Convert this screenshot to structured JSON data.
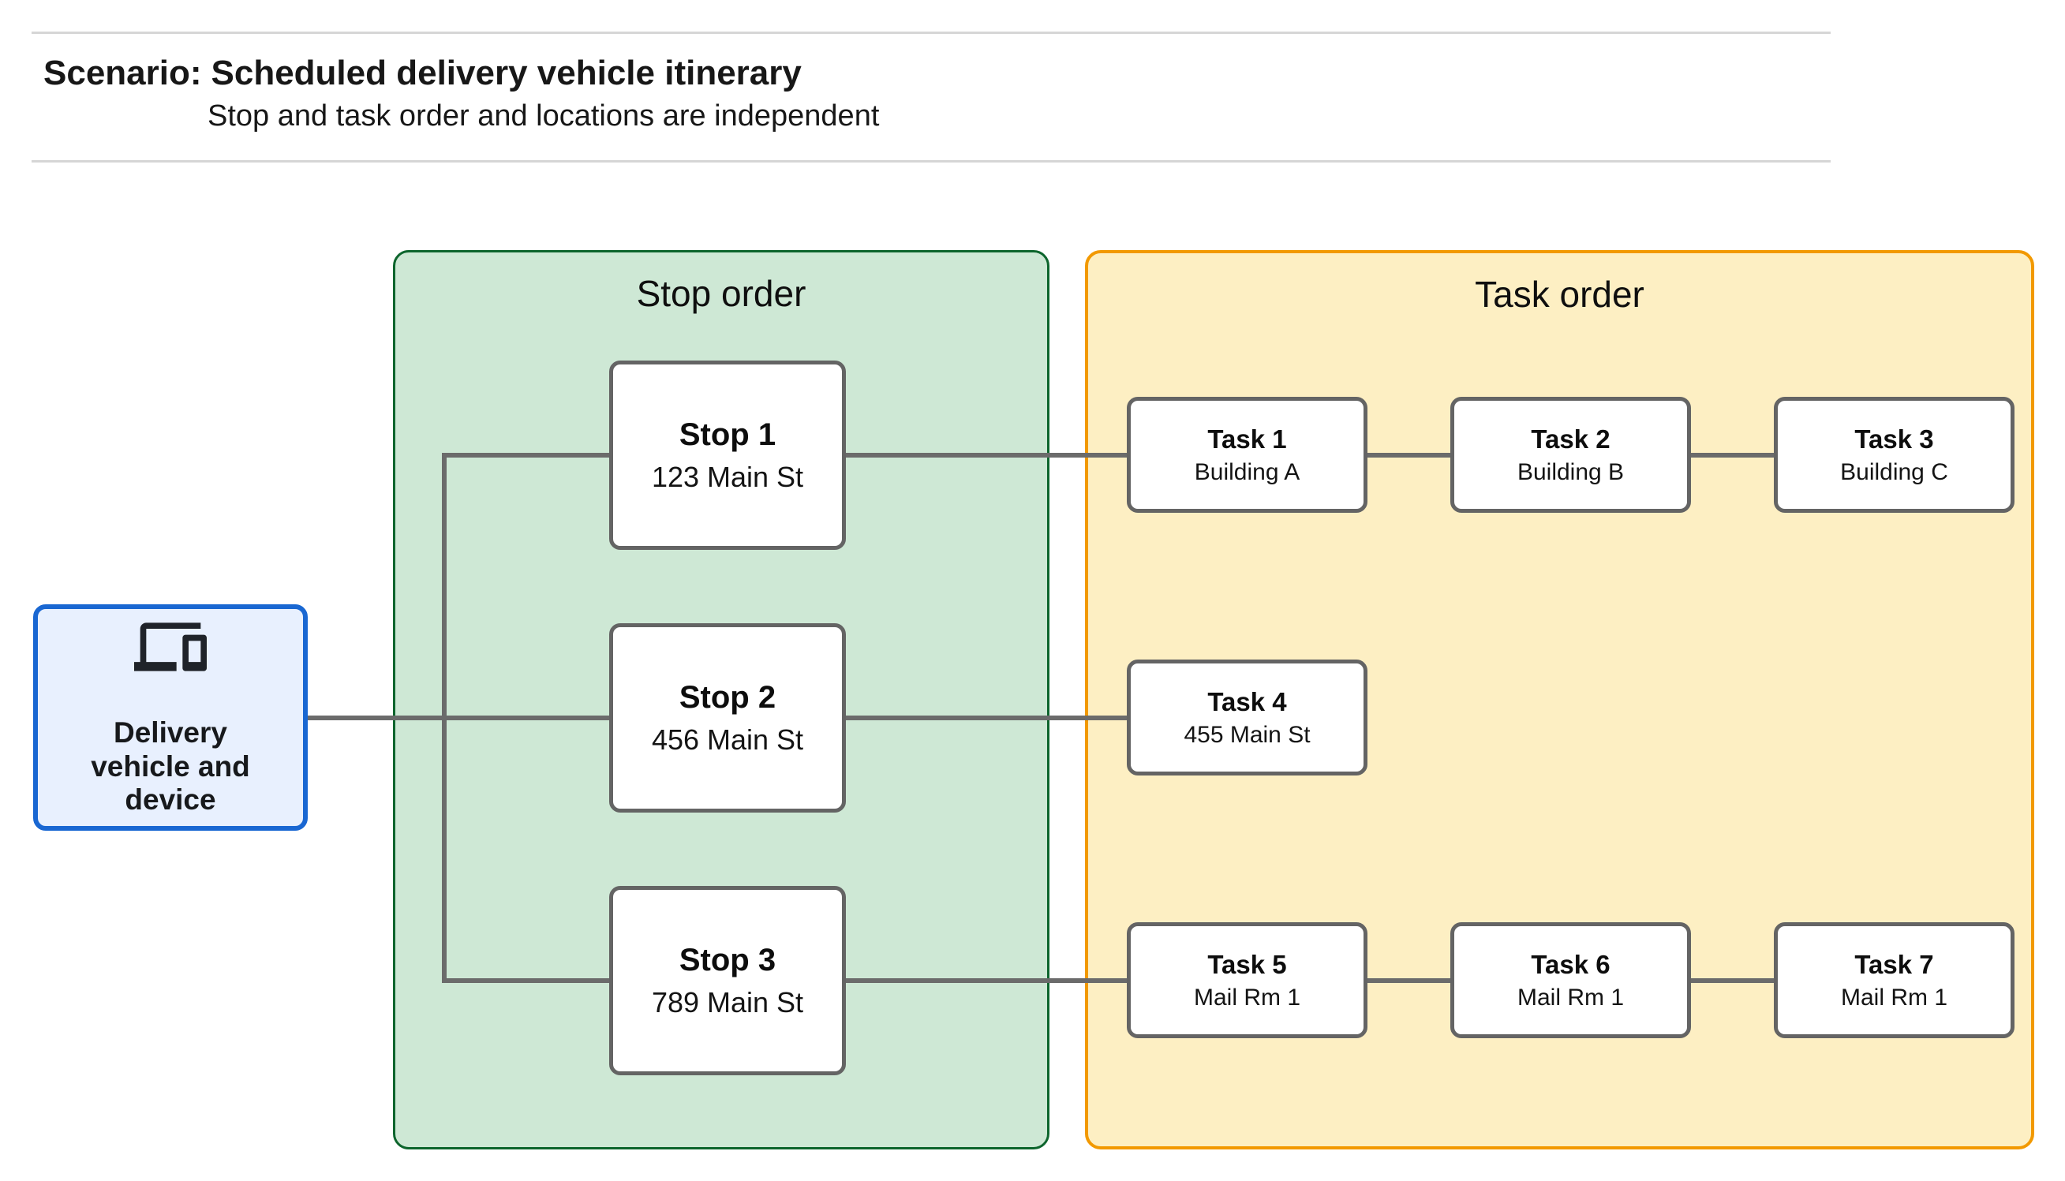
{
  "header": {
    "title_prefix": "Scenario:",
    "title_rest": "Scheduled delivery vehicle itinerary",
    "subtitle": "Stop and task order and locations are independent"
  },
  "source_node": {
    "label": "Delivery vehicle and device",
    "icon": "devices-icon"
  },
  "panels": {
    "stop_order": {
      "title": "Stop order"
    },
    "task_order": {
      "title": "Task order"
    }
  },
  "stops": [
    {
      "title": "Stop 1",
      "subtitle": "123 Main St"
    },
    {
      "title": "Stop 2",
      "subtitle": "456 Main St"
    },
    {
      "title": "Stop 3",
      "subtitle": "789 Main St"
    }
  ],
  "tasks": [
    {
      "title": "Task 1",
      "subtitle": "Building A"
    },
    {
      "title": "Task 2",
      "subtitle": "Building B"
    },
    {
      "title": "Task 3",
      "subtitle": "Building C"
    },
    {
      "title": "Task 4",
      "subtitle": "455 Main St"
    },
    {
      "title": "Task 5",
      "subtitle": "Mail Rm 1"
    },
    {
      "title": "Task 6",
      "subtitle": "Mail Rm 1"
    },
    {
      "title": "Task 7",
      "subtitle": "Mail Rm 1"
    }
  ],
  "edges": [
    {
      "from": "delivery-vehicle",
      "to": "stop-1"
    },
    {
      "from": "delivery-vehicle",
      "to": "stop-2"
    },
    {
      "from": "delivery-vehicle",
      "to": "stop-3"
    },
    {
      "from": "stop-1",
      "to": "task-1"
    },
    {
      "from": "task-1",
      "to": "task-2"
    },
    {
      "from": "task-2",
      "to": "task-3"
    },
    {
      "from": "stop-2",
      "to": "task-4"
    },
    {
      "from": "stop-3",
      "to": "task-5"
    },
    {
      "from": "task-5",
      "to": "task-6"
    },
    {
      "from": "task-6",
      "to": "task-7"
    }
  ],
  "colors": {
    "stop_panel_fill": "#CEE8D5",
    "stop_panel_border": "#0D652D",
    "task_panel_fill": "#FDEFC3",
    "task_panel_border": "#F29900",
    "source_fill": "#E8F0FE",
    "source_border": "#1967D2",
    "node_border": "#646464",
    "connector": "#6B6B6B",
    "rule": "#D6D6D6"
  }
}
